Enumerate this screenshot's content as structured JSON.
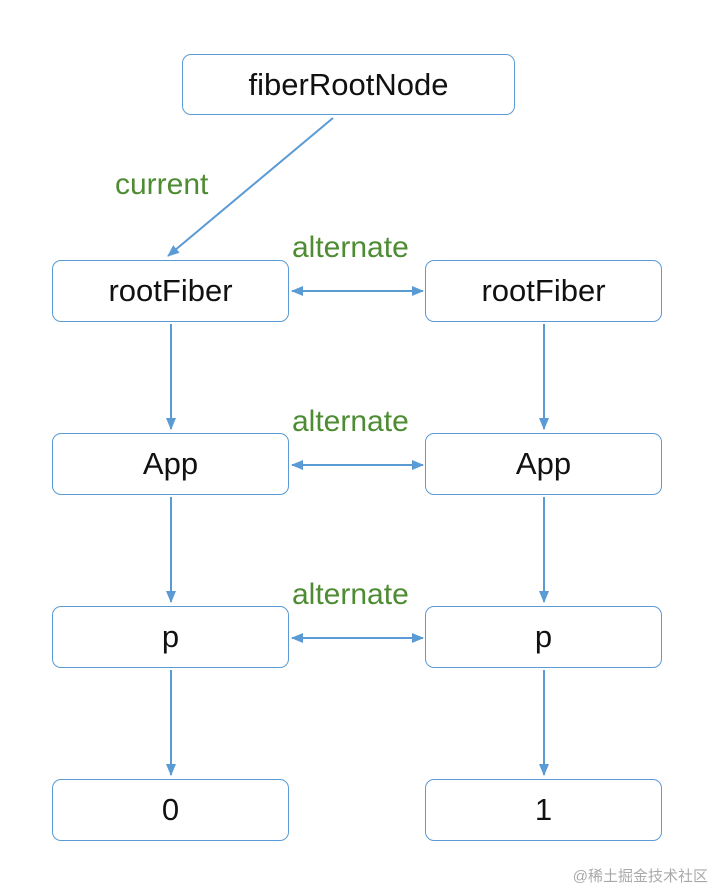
{
  "nodes": {
    "fiber_root_node": "fiberRootNode",
    "current_tree": {
      "root_fiber": "rootFiber",
      "app": "App",
      "p": "p",
      "text": "0"
    },
    "wip_tree": {
      "root_fiber": "rootFiber",
      "app": "App",
      "p": "p",
      "text": "1"
    }
  },
  "edge_labels": {
    "current": "current",
    "alternate_root": "alternate",
    "alternate_app": "alternate",
    "alternate_p": "alternate"
  },
  "colors": {
    "border_and_arrows": "#5a9bd5",
    "label_green": "#4e8c34",
    "node_text": "#111111"
  },
  "watermark": "@稀土掘金技术社区"
}
